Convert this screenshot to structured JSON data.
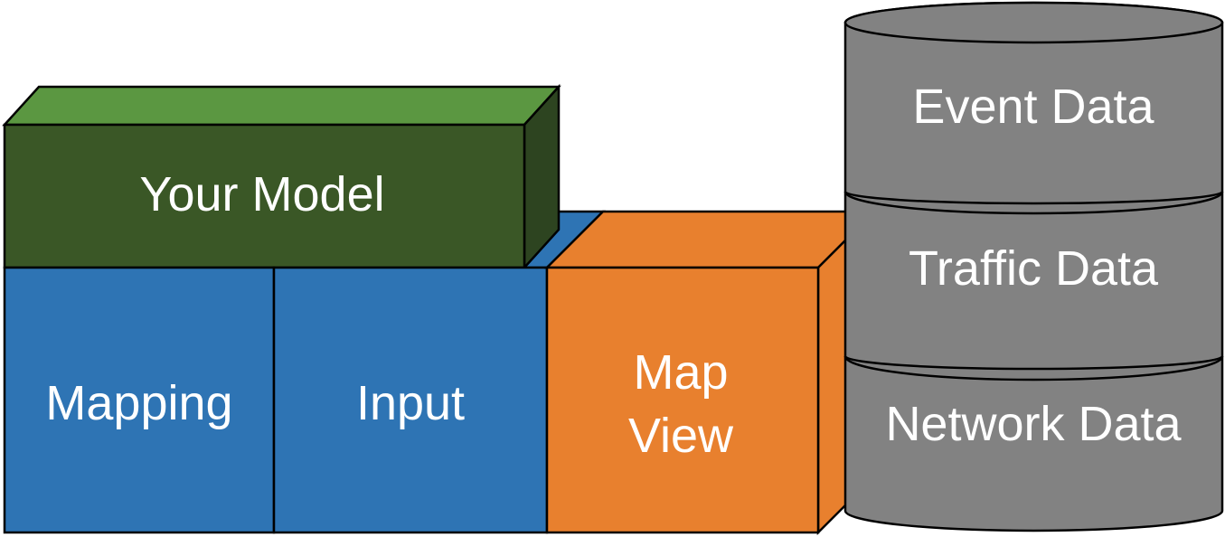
{
  "colors": {
    "background": "#ffffff",
    "outline": "#000000",
    "label_text": "#ffffff",
    "green_top": "#5b9741",
    "green_front": "#3a5726",
    "green_side": "#2d4420",
    "blue": "#2e74b4",
    "orange": "#e8802e",
    "gray": "#828282"
  },
  "blocks": {
    "your_model": {
      "label": "Your Model"
    },
    "mapping": {
      "label": "Mapping"
    },
    "input": {
      "label": "Input"
    },
    "map_view": {
      "label_line1": "Map",
      "label_line2": "View"
    }
  },
  "database": {
    "segments": [
      {
        "label": "Event Data"
      },
      {
        "label": "Traffic Data"
      },
      {
        "label": "Network Data"
      }
    ]
  }
}
